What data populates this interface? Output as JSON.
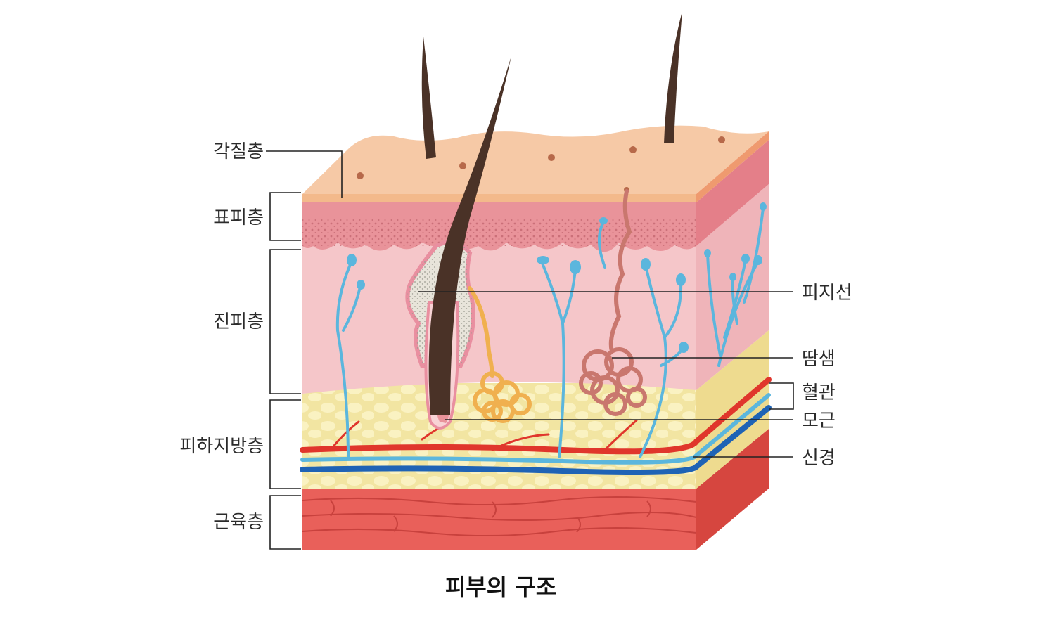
{
  "caption": "피부의 구조",
  "left_labels": {
    "stratum_corneum": "각질층",
    "epidermis": "표피층",
    "dermis": "진피층",
    "subcutaneous": "피하지방층",
    "muscle": "근육층"
  },
  "right_labels": {
    "sebaceous_gland": "피지선",
    "sweat_gland": "땀샘",
    "blood_vessel": "혈관",
    "hair_root": "모근",
    "nerve": "신경"
  },
  "colors": {
    "surface": "#f6c9a6",
    "epidermis": "#e9939a",
    "dermis": "#f5c6c9",
    "fat": "#f2e5a2",
    "muscle": "#e9605a",
    "hair": "#4a3227",
    "nerve": "#5bb6dd",
    "artery": "#e0362c",
    "vein": "#1f63b5",
    "sebaceous": "#e8e4da",
    "oil_duct": "#f0b04f",
    "sweat_duct": "#c9776e"
  }
}
